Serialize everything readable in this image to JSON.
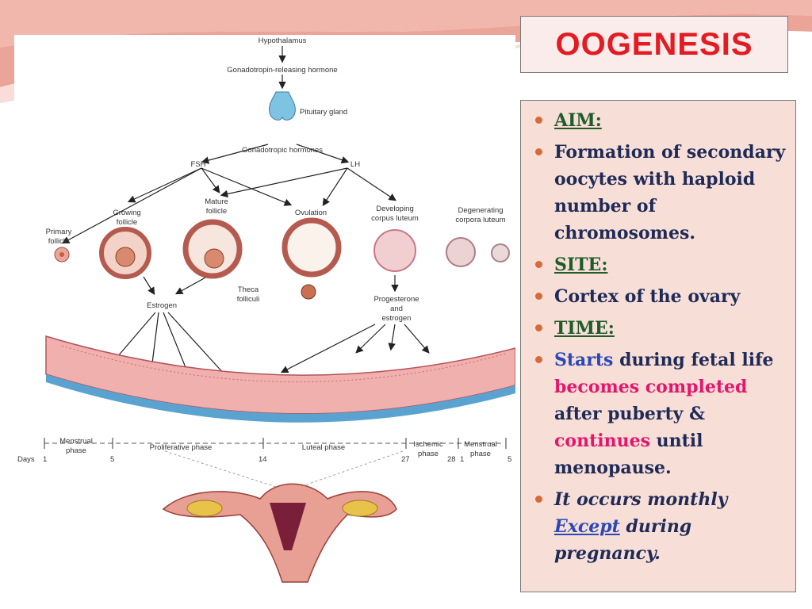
{
  "slide": {
    "title": "OOGENESIS",
    "bullets": [
      {
        "parts": [
          "AIM:"
        ]
      },
      {
        "parts": [
          "Formation of secondary oocytes with haploid number of chromosomes."
        ]
      },
      {
        "parts": [
          "SITE:"
        ]
      },
      {
        "parts": [
          "Cortex of the ovary"
        ]
      },
      {
        "parts": [
          "TIME:"
        ]
      },
      {
        "parts": [
          "Starts",
          " during fetal life ",
          "becomes completed",
          " after puberty & ",
          "continues",
          " until menopause."
        ]
      },
      {
        "parts": [
          "It occurs monthly ",
          "Except",
          " during pregnancy."
        ]
      }
    ]
  },
  "figure": {
    "hypothalamus": "Hypothalamus",
    "gnrh": "Gonadotropin-releasing hormone",
    "pituitary": "Pituitary gland",
    "gonadotropic": "Gonadotropic hormones",
    "fsh": "FSH",
    "lh": "LH",
    "primary_follicle": [
      "Primary",
      "follicle"
    ],
    "growing_follicle": [
      "Growing",
      "follicle"
    ],
    "mature_follicle": [
      "Mature",
      "follicle"
    ],
    "ovulation": "Ovulation",
    "developing_cl": [
      "Developing",
      "corpus luteum"
    ],
    "degenerating_cl": [
      "Degenerating",
      "corpora luteum"
    ],
    "theca": [
      "Theca",
      "folliculi"
    ],
    "estrogen": "Estrogen",
    "prog_estrogen": [
      "Progesterone",
      "and",
      "estrogen"
    ],
    "phases": {
      "menstrual1": [
        "Menstrual",
        "phase"
      ],
      "proliferative": "Proliferative phase",
      "luteal": "Luteal phase",
      "ischemic": [
        "Ischemic",
        "phase"
      ],
      "menstrual2": [
        "Menstrual",
        "phase"
      ]
    },
    "days": {
      "label": "Days",
      "d1": "1",
      "d5": "5",
      "d14": "14",
      "d27": "27",
      "d28": "28",
      "d1b": "1",
      "d5b": "5"
    }
  },
  "colors": {
    "title": "#e31b23",
    "text": "#1f2a57",
    "site_aim": "#1f5c2a",
    "blue": "#2b48b8",
    "pink": "#e4166c",
    "bullet": "#d66a3a",
    "box_bg": "#f7dfd7"
  }
}
